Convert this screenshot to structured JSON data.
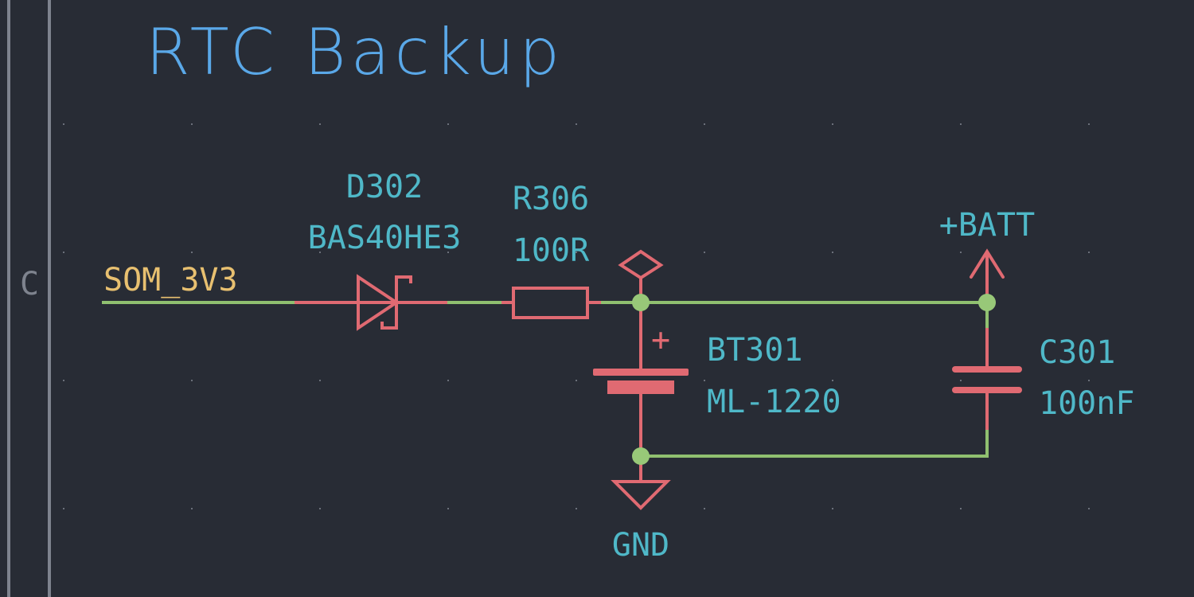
{
  "sheet": {
    "title": "RTC Backup",
    "border_row_label": "C"
  },
  "colors": {
    "background": "#282c35",
    "title": "#5aa8e8",
    "reference_text": "#4fb8c8",
    "net_label": "#e8c070",
    "symbol": "#e06a72",
    "wire": "#90c070",
    "junction": "#98c878",
    "border": "#7e838e",
    "grid_dot": "#6b707a"
  },
  "nets": {
    "input": "SOM_3V3",
    "power": "+BATT",
    "ground": "GND"
  },
  "components": {
    "diode": {
      "reference": "D302",
      "value": "BAS40HE3"
    },
    "resistor": {
      "reference": "R306",
      "value": "100R"
    },
    "battery": {
      "reference": "BT301",
      "value": "ML-1220",
      "polarity": "+"
    },
    "capacitor": {
      "reference": "C301",
      "value": "100nF"
    }
  }
}
